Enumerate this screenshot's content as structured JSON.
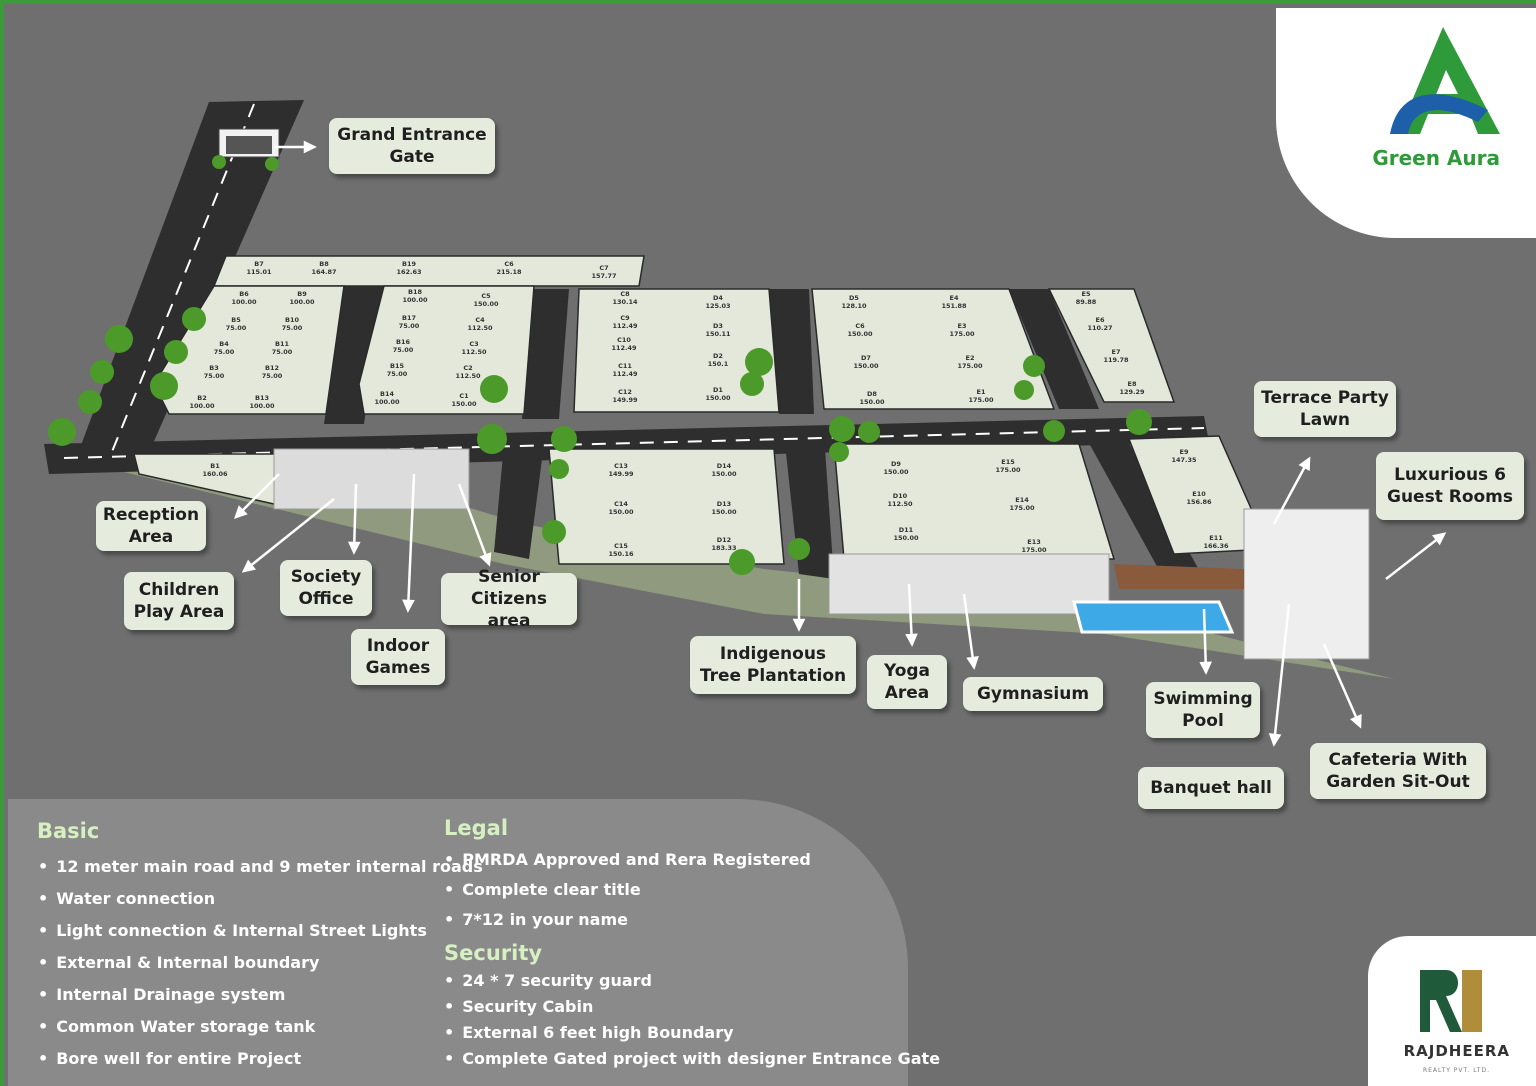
{
  "brand": {
    "name": "Green Aura",
    "color": "#2f9a3a",
    "secondary_color": "#1d5fa8"
  },
  "developer": {
    "name": "RAJDHEERA",
    "sub": "REALTY PVT. LTD.",
    "color": "#b08d3a"
  },
  "callouts": [
    {
      "id": "grand-entrance-gate",
      "text": "Grand Entrance\nGate"
    },
    {
      "id": "terrace-party-lawn",
      "text": "Terrace Party\nLawn"
    },
    {
      "id": "luxurious-guest-rooms",
      "text": "Luxurious 6\nGuest Rooms"
    },
    {
      "id": "reception-area",
      "text": "Reception\nArea"
    },
    {
      "id": "children-play-area",
      "text": "Children\nPlay Area"
    },
    {
      "id": "society-office",
      "text": "Society\nOffice"
    },
    {
      "id": "senior-citizens-area",
      "text": "Senior\nCitizens area"
    },
    {
      "id": "indoor-games",
      "text": "Indoor\nGames"
    },
    {
      "id": "indigenous-tree-plantation",
      "text": "Indigenous\nTree Plantation"
    },
    {
      "id": "yoga-area",
      "text": "Yoga\nArea"
    },
    {
      "id": "gymnasium",
      "text": "Gymnasium"
    },
    {
      "id": "swimming-pool",
      "text": "Swimming\nPool"
    },
    {
      "id": "banquet-hall",
      "text": "Banquet hall"
    },
    {
      "id": "cafeteria",
      "text": "Cafeteria With\nGarden Sit-Out"
    }
  ],
  "plots": [
    {
      "code": "B7",
      "area": "115.01"
    },
    {
      "code": "B8",
      "area": "164.87"
    },
    {
      "code": "B19",
      "area": "162.63"
    },
    {
      "code": "C6",
      "area": "215.18"
    },
    {
      "code": "C7",
      "area": "157.77"
    },
    {
      "code": "B6",
      "area": "100.00"
    },
    {
      "code": "B9",
      "area": "100.00"
    },
    {
      "code": "B5",
      "area": "75.00"
    },
    {
      "code": "B10",
      "area": "75.00"
    },
    {
      "code": "B4",
      "area": "75.00"
    },
    {
      "code": "B11",
      "area": "75.00"
    },
    {
      "code": "B3",
      "area": "75.00"
    },
    {
      "code": "B12",
      "area": "75.00"
    },
    {
      "code": "B2",
      "area": "100.00"
    },
    {
      "code": "B13",
      "area": "100.00"
    },
    {
      "code": "B18",
      "area": "100.00"
    },
    {
      "code": "C5",
      "area": "150.00"
    },
    {
      "code": "B17",
      "area": "75.00"
    },
    {
      "code": "C4",
      "area": "112.50"
    },
    {
      "code": "B16",
      "area": "75.00"
    },
    {
      "code": "C3",
      "area": "112.50"
    },
    {
      "code": "B15",
      "area": "75.00"
    },
    {
      "code": "C2",
      "area": "112.50"
    },
    {
      "code": "B14",
      "area": "100.00"
    },
    {
      "code": "C1",
      "area": "150.00"
    },
    {
      "code": "C8",
      "area": "130.14"
    },
    {
      "code": "D4",
      "area": "125.03"
    },
    {
      "code": "C9",
      "area": "112.49"
    },
    {
      "code": "D3",
      "area": "150.11"
    },
    {
      "code": "C10",
      "area": "112.49"
    },
    {
      "code": "C11",
      "area": "112.49"
    },
    {
      "code": "D2",
      "area": "150.1"
    },
    {
      "code": "C12",
      "area": "149.99"
    },
    {
      "code": "D1",
      "area": "150.00"
    },
    {
      "code": "D5",
      "area": "128.10"
    },
    {
      "code": "E4",
      "area": "151.88"
    },
    {
      "code": "C6",
      "area": "150.00"
    },
    {
      "code": "E3",
      "area": "175.00"
    },
    {
      "code": "D7",
      "area": "150.00"
    },
    {
      "code": "E2",
      "area": "175.00"
    },
    {
      "code": "D8",
      "area": "150.00"
    },
    {
      "code": "E1",
      "area": "175.00"
    },
    {
      "code": "E5",
      "area": "89.88"
    },
    {
      "code": "E6",
      "area": "110.27"
    },
    {
      "code": "E7",
      "area": "119.78"
    },
    {
      "code": "E8",
      "area": "129.29"
    },
    {
      "code": "B1",
      "area": "160.06"
    },
    {
      "code": "C13",
      "area": "149.99"
    },
    {
      "code": "D14",
      "area": "150.00"
    },
    {
      "code": "C14",
      "area": "150.00"
    },
    {
      "code": "D13",
      "area": "150.00"
    },
    {
      "code": "C15",
      "area": "150.16"
    },
    {
      "code": "D12",
      "area": "183.33"
    },
    {
      "code": "D9",
      "area": "150.00"
    },
    {
      "code": "E15",
      "area": "175.00"
    },
    {
      "code": "D10",
      "area": "112.50"
    },
    {
      "code": "E14",
      "area": "175.00"
    },
    {
      "code": "D11",
      "area": "150.00"
    },
    {
      "code": "E13",
      "area": "175.00"
    },
    {
      "code": "E9",
      "area": "147.35"
    },
    {
      "code": "E10",
      "area": "156.86"
    },
    {
      "code": "E11",
      "area": "166.36"
    }
  ],
  "info": {
    "basic": {
      "title": "Basic",
      "items": [
        "12 meter main road and 9 meter internal roads",
        "Water connection",
        "Light connection & Internal Street Lights",
        "External & Internal boundary",
        "Internal Drainage system",
        "Common Water storage tank",
        "Bore well for entire Project"
      ]
    },
    "legal": {
      "title": "Legal",
      "items": [
        "PMRDA Approved and Rera Registered",
        "Complete clear title",
        "7*12 in your name"
      ]
    },
    "security": {
      "title": "Security",
      "items": [
        "24 * 7 security guard",
        "Security Cabin",
        "External 6 feet high Boundary",
        "Complete Gated project with designer Entrance Gate"
      ]
    }
  }
}
